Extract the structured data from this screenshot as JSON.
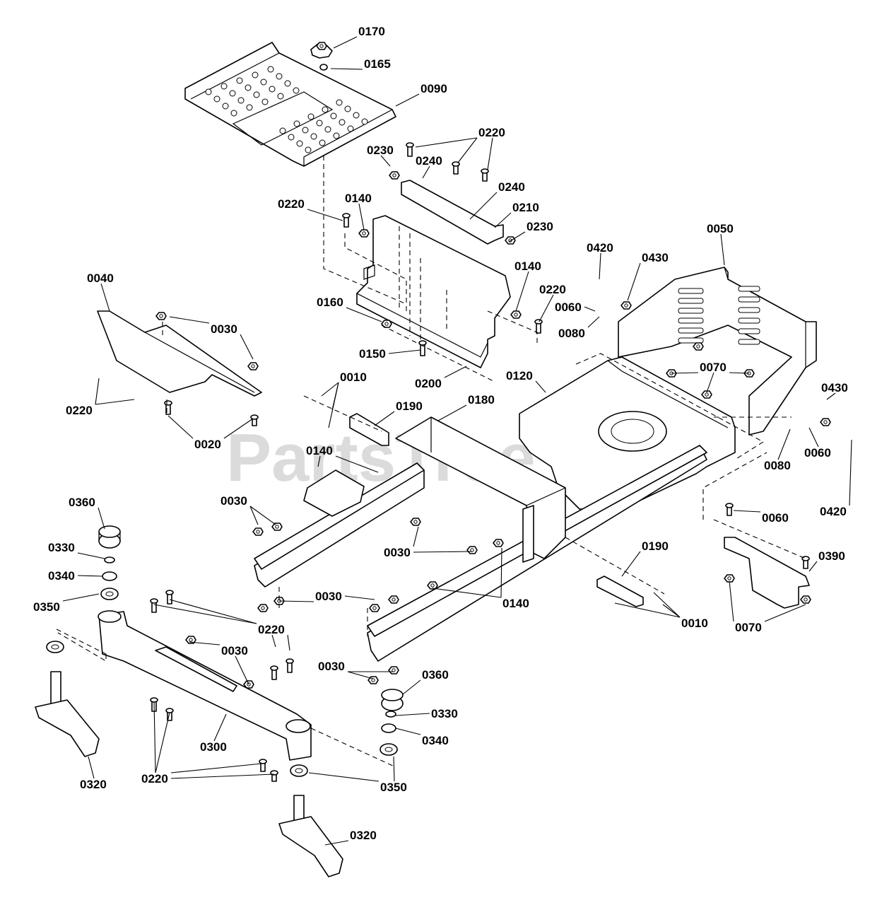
{
  "watermark": "PartsTree",
  "callouts": [
    {
      "id": "c0170",
      "text": "0170"
    },
    {
      "id": "c0165",
      "text": "0165"
    },
    {
      "id": "c0090",
      "text": "0090"
    },
    {
      "id": "c0220a",
      "text": "0220"
    },
    {
      "id": "c0230a",
      "text": "0230"
    },
    {
      "id": "c0240a",
      "text": "0240"
    },
    {
      "id": "c0240b",
      "text": "0240"
    },
    {
      "id": "c0210",
      "text": "0210"
    },
    {
      "id": "c0230b",
      "text": "0230"
    },
    {
      "id": "c0220b",
      "text": "0220"
    },
    {
      "id": "c0140a",
      "text": "0140"
    },
    {
      "id": "c0050",
      "text": "0050"
    },
    {
      "id": "c0420a",
      "text": "0420"
    },
    {
      "id": "c0430a",
      "text": "0430"
    },
    {
      "id": "c0140b",
      "text": "0140"
    },
    {
      "id": "c0220c",
      "text": "0220"
    },
    {
      "id": "c0060a",
      "text": "0060"
    },
    {
      "id": "c0080a",
      "text": "0080"
    },
    {
      "id": "c0040",
      "text": "0040"
    },
    {
      "id": "c0160",
      "text": "0160"
    },
    {
      "id": "c0030a",
      "text": "0030"
    },
    {
      "id": "c0150",
      "text": "0150"
    },
    {
      "id": "c0200",
      "text": "0200"
    },
    {
      "id": "c0120",
      "text": "0120"
    },
    {
      "id": "c0070a",
      "text": "0070"
    },
    {
      "id": "c0010a",
      "text": "0010"
    },
    {
      "id": "c0430b",
      "text": "0430"
    },
    {
      "id": "c0220d",
      "text": "0220"
    },
    {
      "id": "c0190a",
      "text": "0190"
    },
    {
      "id": "c0180",
      "text": "0180"
    },
    {
      "id": "c0020",
      "text": "0020"
    },
    {
      "id": "c0080b",
      "text": "0080"
    },
    {
      "id": "c0060b",
      "text": "0060"
    },
    {
      "id": "c0140c",
      "text": "0140"
    },
    {
      "id": "c0420b",
      "text": "0420"
    },
    {
      "id": "c0360a",
      "text": "0360"
    },
    {
      "id": "c0030b",
      "text": "0030"
    },
    {
      "id": "c0060c",
      "text": "0060"
    },
    {
      "id": "c0330a",
      "text": "0330"
    },
    {
      "id": "c0030c",
      "text": "0030"
    },
    {
      "id": "c0190b",
      "text": "0190"
    },
    {
      "id": "c0390",
      "text": "0390"
    },
    {
      "id": "c0340a",
      "text": "0340"
    },
    {
      "id": "c0030d",
      "text": "0030"
    },
    {
      "id": "c0140d",
      "text": "0140"
    },
    {
      "id": "c0350a",
      "text": "0350"
    },
    {
      "id": "c0010b",
      "text": "0010"
    },
    {
      "id": "c0070b",
      "text": "0070"
    },
    {
      "id": "c0220e",
      "text": "0220"
    },
    {
      "id": "c0030e",
      "text": "0030"
    },
    {
      "id": "c0030f",
      "text": "0030"
    },
    {
      "id": "c0360b",
      "text": "0360"
    },
    {
      "id": "c0330b",
      "text": "0330"
    },
    {
      "id": "c0340b",
      "text": "0340"
    },
    {
      "id": "c0300",
      "text": "0300"
    },
    {
      "id": "c0220f",
      "text": "0220"
    },
    {
      "id": "c0320a",
      "text": "0320"
    },
    {
      "id": "c0350b",
      "text": "0350"
    },
    {
      "id": "c0320b",
      "text": "0320"
    }
  ]
}
